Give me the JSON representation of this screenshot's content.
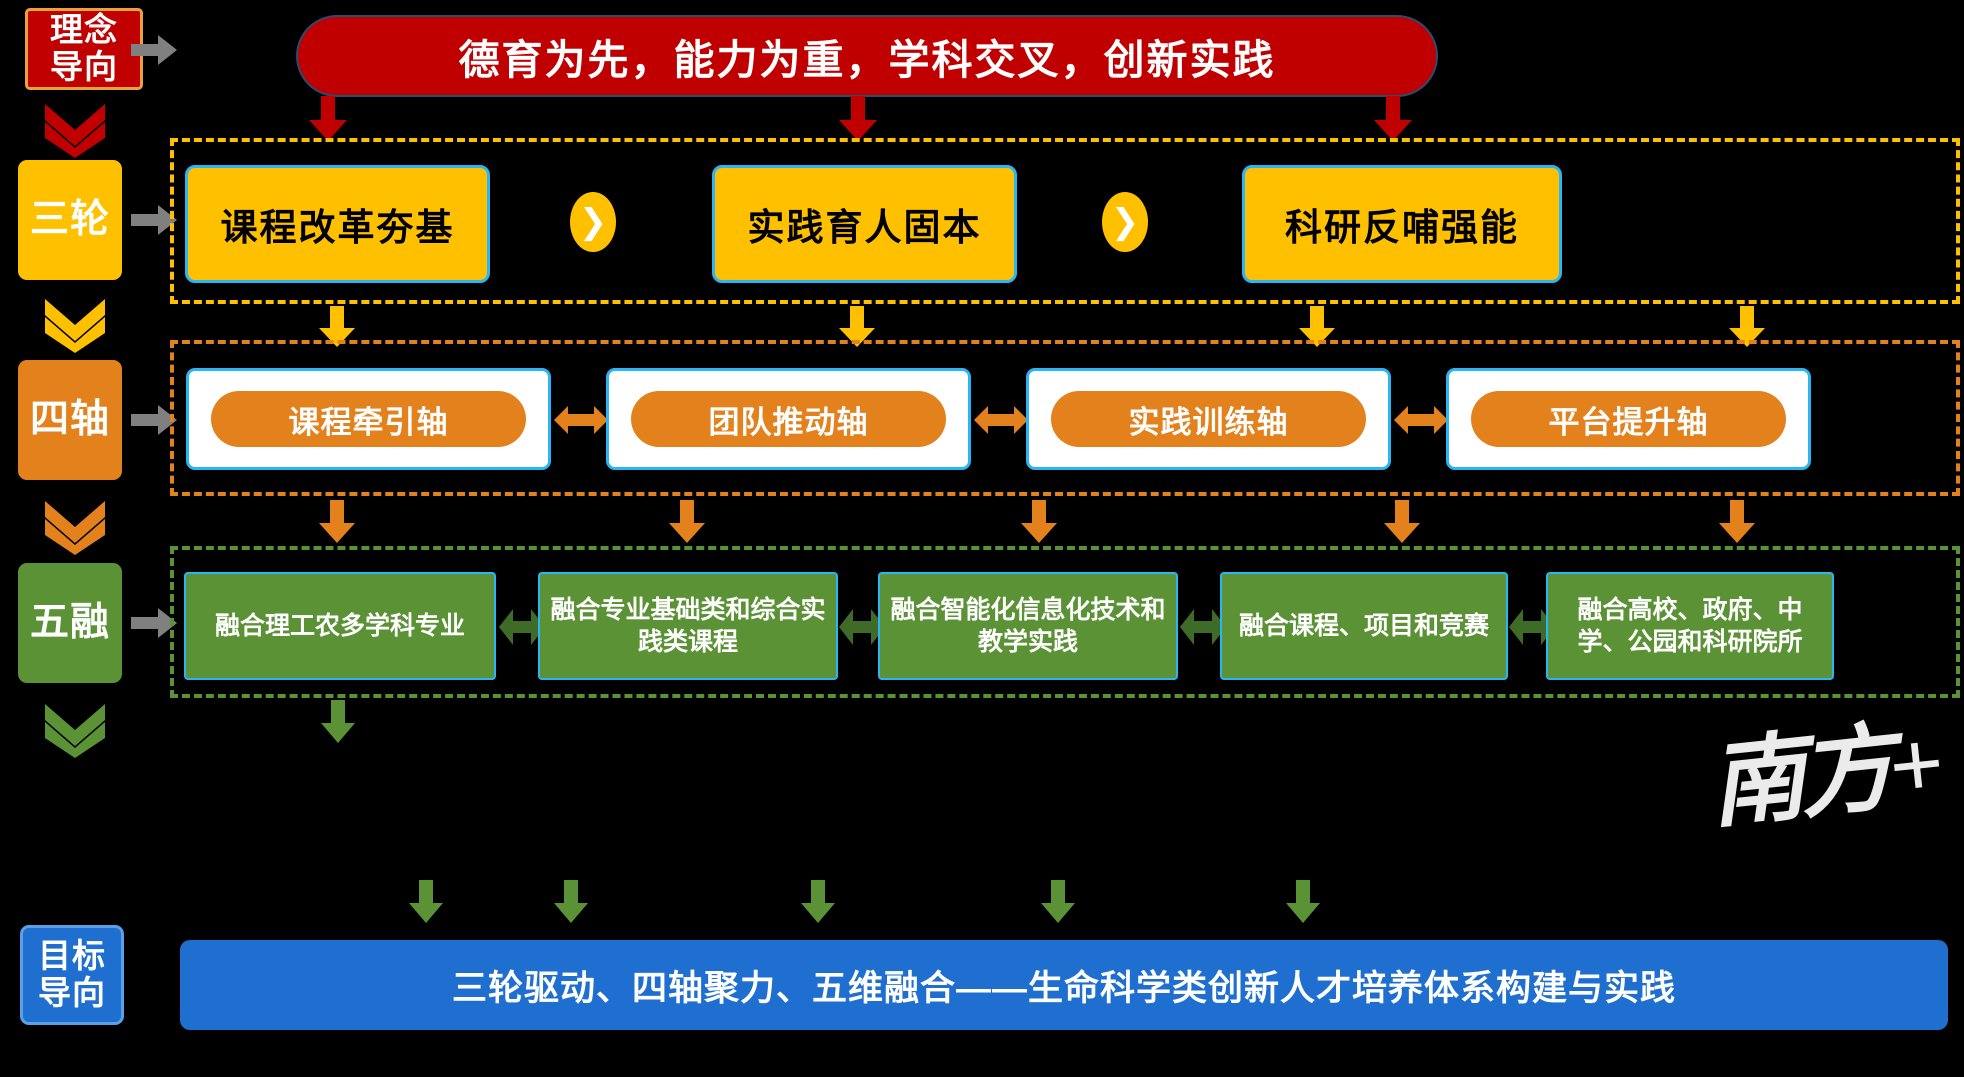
{
  "page": {
    "background_color": "#000000",
    "watermark": "南方+"
  },
  "banner": {
    "text": "德育为先，能力为重，学科交叉，创新实践",
    "color": "#c00000"
  },
  "rail": {
    "items": [
      {
        "label": "理念\n导向",
        "label_line1": "理念",
        "label_line2": "导向",
        "color": "#c10000",
        "name": "ideology-orientation"
      },
      {
        "label": "三轮",
        "color": "#ffc000",
        "name": "three-wheels"
      },
      {
        "label": "四轴",
        "color": "#e3811c",
        "name": "four-axes"
      },
      {
        "label": "五融",
        "color": "#5b9236",
        "name": "five-fusions"
      },
      {
        "label_line1": "目标",
        "label_line2": "导向",
        "color": "#1f6fd0",
        "name": "goal-orientation"
      }
    ]
  },
  "rows": {
    "three_wheels": {
      "border_color": "#ffc000",
      "boxes": [
        {
          "text": "课程改革夯基"
        },
        {
          "text": "实践育人固本"
        },
        {
          "text": "科研反哺强能"
        }
      ],
      "separator_glyph": "❯"
    },
    "four_axes": {
      "border_color": "#e3811c",
      "boxes": [
        {
          "text": "课程牵引轴"
        },
        {
          "text": "团队推动轴"
        },
        {
          "text": "实践训练轴"
        },
        {
          "text": "平台提升轴"
        }
      ]
    },
    "five_fusions": {
      "border_color": "#5b9236",
      "boxes": [
        {
          "text": "融合理工农多学科专业"
        },
        {
          "text": "融合专业基础类和综合实践类课程"
        },
        {
          "text": "融合智能化信息化技术和教学实践"
        },
        {
          "text": "融合课程、项目和竞赛"
        },
        {
          "text": "融合高校、政府、中学、公园和科研院所"
        }
      ]
    }
  },
  "bottom": {
    "text": "三轮驱动、四轴聚力、五维融合——生命科学类创新人才培养体系构建与实践",
    "color": "#1f6fd0"
  }
}
